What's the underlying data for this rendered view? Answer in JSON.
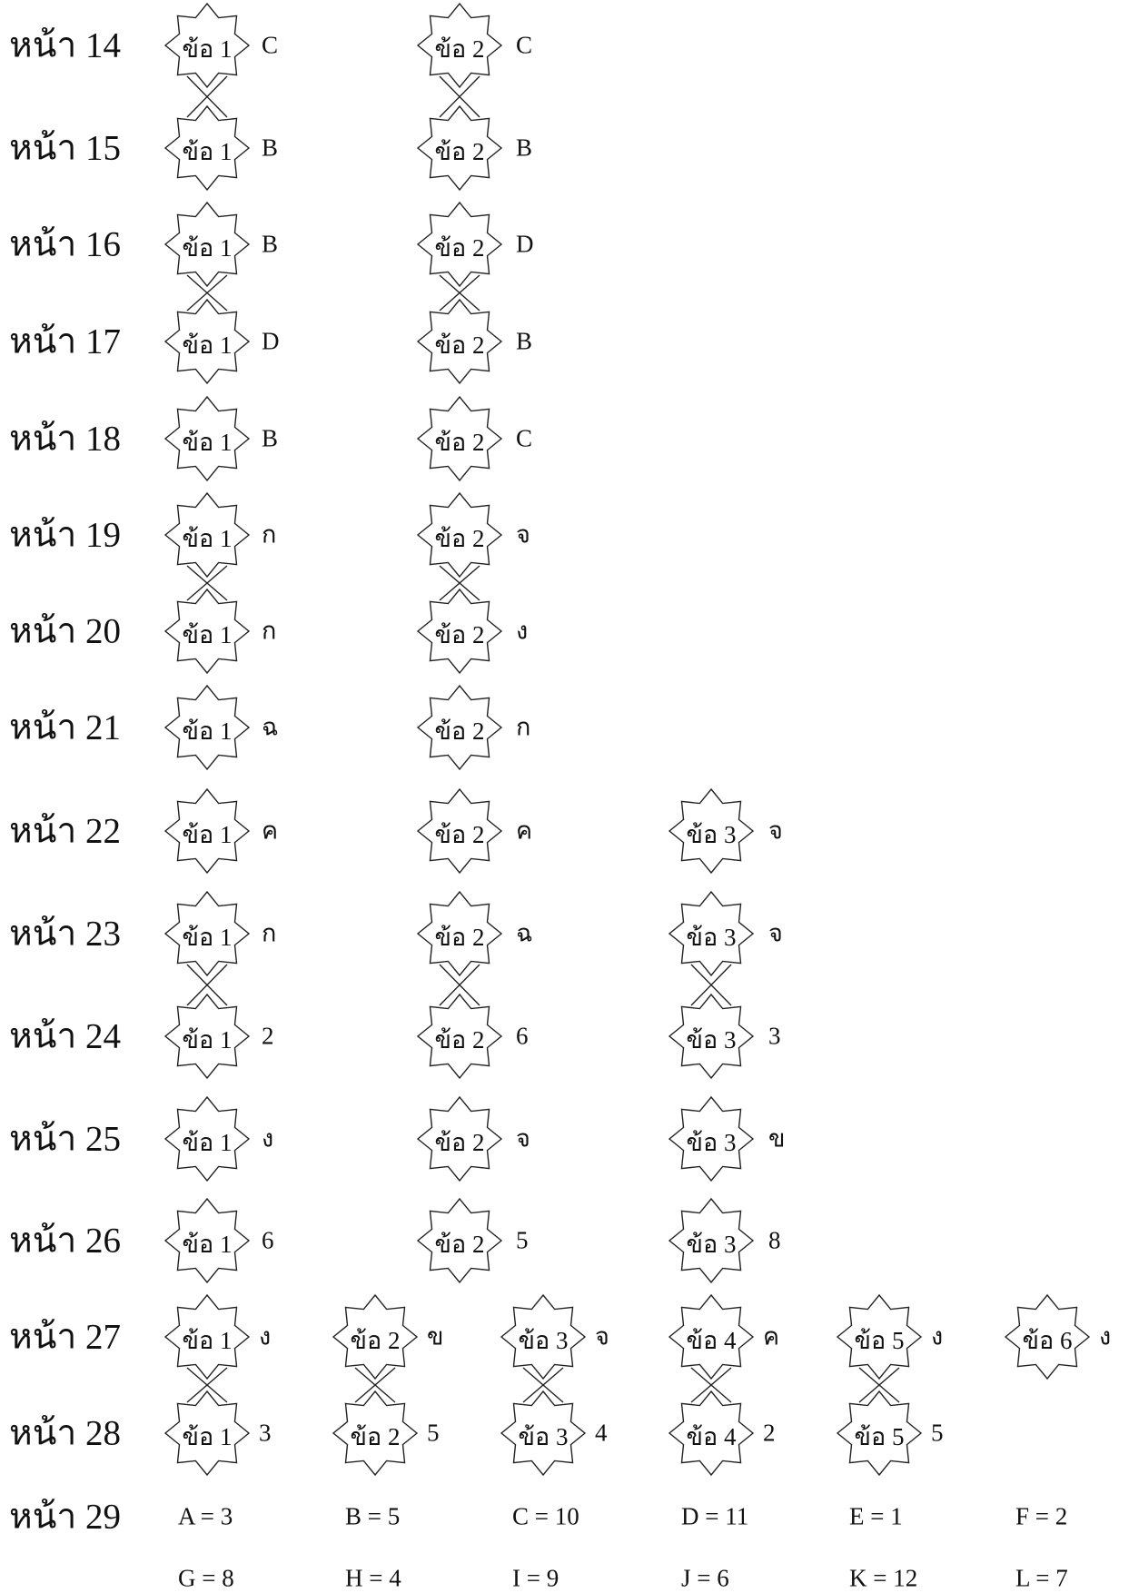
{
  "rows": [
    {
      "page": "หน้า 14",
      "items": [
        {
          "q": "ข้อ 1",
          "a": "C"
        },
        {
          "q": "ข้อ 2",
          "a": "C"
        }
      ]
    },
    {
      "page": "หน้า 15",
      "items": [
        {
          "q": "ข้อ 1",
          "a": "B"
        },
        {
          "q": "ข้อ 2",
          "a": "B"
        }
      ]
    },
    {
      "page": "หน้า 16",
      "items": [
        {
          "q": "ข้อ 1",
          "a": "B"
        },
        {
          "q": "ข้อ 2",
          "a": "D"
        }
      ]
    },
    {
      "page": "หน้า 17",
      "items": [
        {
          "q": "ข้อ 1",
          "a": "D"
        },
        {
          "q": "ข้อ 2",
          "a": "B"
        }
      ]
    },
    {
      "page": "หน้า 18",
      "items": [
        {
          "q": "ข้อ 1",
          "a": "B"
        },
        {
          "q": "ข้อ 2",
          "a": "C"
        }
      ]
    },
    {
      "page": "หน้า 19",
      "items": [
        {
          "q": "ข้อ 1",
          "a": "ก"
        },
        {
          "q": "ข้อ 2",
          "a": "จ"
        }
      ]
    },
    {
      "page": "หน้า 20",
      "items": [
        {
          "q": "ข้อ 1",
          "a": "ก"
        },
        {
          "q": "ข้อ 2",
          "a": "ง"
        }
      ]
    },
    {
      "page": "หน้า 21",
      "items": [
        {
          "q": "ข้อ 1",
          "a": "ฉ"
        },
        {
          "q": "ข้อ 2",
          "a": "ก"
        }
      ]
    },
    {
      "page": "หน้า 22",
      "items": [
        {
          "q": "ข้อ 1",
          "a": "ค"
        },
        {
          "q": "ข้อ 2",
          "a": "ค"
        },
        {
          "q": "ข้อ 3",
          "a": "จ"
        }
      ]
    },
    {
      "page": "หน้า 23",
      "items": [
        {
          "q": "ข้อ 1",
          "a": "ก"
        },
        {
          "q": "ข้อ 2",
          "a": "ฉ"
        },
        {
          "q": "ข้อ 3",
          "a": "จ"
        }
      ]
    },
    {
      "page": "หน้า 24",
      "items": [
        {
          "q": "ข้อ 1",
          "a": "2"
        },
        {
          "q": "ข้อ 2",
          "a": "6"
        },
        {
          "q": "ข้อ 3",
          "a": "3"
        }
      ]
    },
    {
      "page": "หน้า 25",
      "items": [
        {
          "q": "ข้อ 1",
          "a": "ง"
        },
        {
          "q": "ข้อ 2",
          "a": "จ"
        },
        {
          "q": "ข้อ 3",
          "a": "ข"
        }
      ]
    },
    {
      "page": "หน้า 26",
      "items": [
        {
          "q": "ข้อ 1",
          "a": "6"
        },
        {
          "q": "ข้อ 2",
          "a": "5"
        },
        {
          "q": "ข้อ 3",
          "a": "8"
        }
      ]
    },
    {
      "page": "หน้า 27",
      "items": [
        {
          "q": "ข้อ 1",
          "a": "ง"
        },
        {
          "q": "ข้อ 2",
          "a": "ข"
        },
        {
          "q": "ข้อ 3",
          "a": "จ"
        },
        {
          "q": "ข้อ 4",
          "a": "ค"
        },
        {
          "q": "ข้อ 5",
          "a": "ง"
        },
        {
          "q": "ข้อ 6",
          "a": "ง"
        }
      ]
    },
    {
      "page": "หน้า 28",
      "items": [
        {
          "q": "ข้อ 1",
          "a": "3"
        },
        {
          "q": "ข้อ 2",
          "a": "5"
        },
        {
          "q": "ข้อ 3",
          "a": "4"
        },
        {
          "q": "ข้อ 4",
          "a": "2"
        },
        {
          "q": "ข้อ 5",
          "a": "5"
        }
      ]
    }
  ],
  "last": {
    "page": "หน้า 29",
    "line1": [
      "A = 3",
      "B = 5",
      "C = 10",
      "D = 11",
      "E = 1",
      "F = 2"
    ],
    "line2": [
      "G = 8",
      "H = 4",
      "I = 9",
      "J = 6",
      "K = 12",
      "L = 7"
    ]
  }
}
